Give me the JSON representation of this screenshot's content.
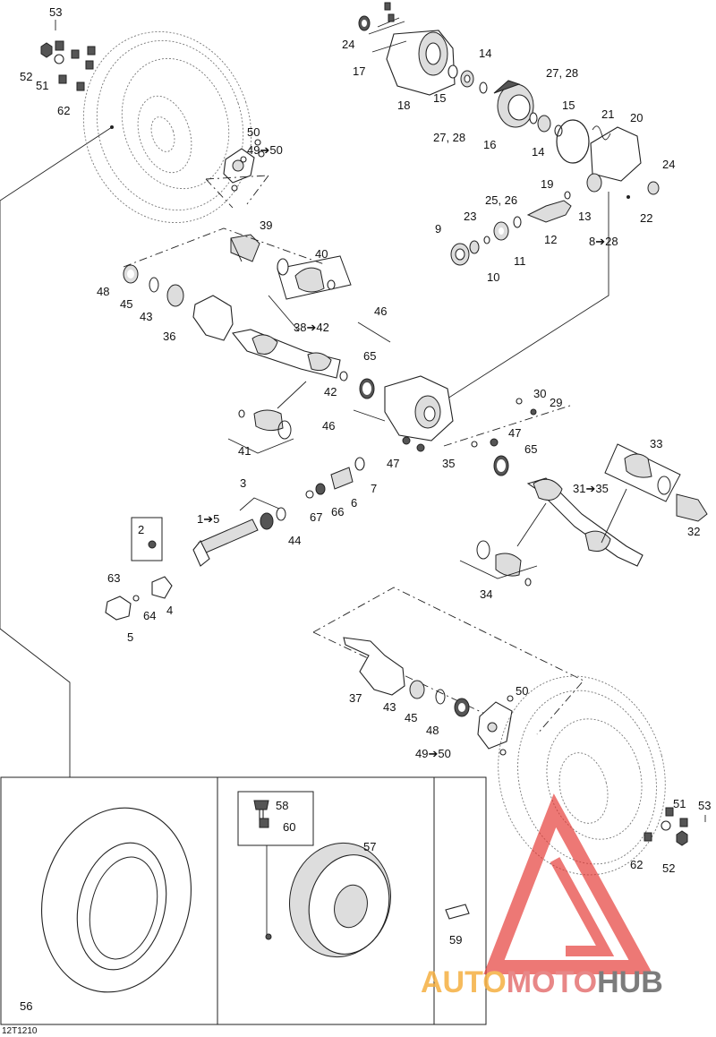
{
  "diagram_code": "12T1210",
  "callouts": {
    "c53a": "53",
    "c52a": "52",
    "c51a": "51",
    "c62a": "62",
    "c50a": "50",
    "c49a": "49➔50",
    "c24a": "24",
    "c17": "17",
    "c18": "18",
    "c14a": "14",
    "c15a": "15",
    "c2728a": "27, 28",
    "c16": "16",
    "c2728b": "27, 28",
    "c15b": "15",
    "c14b": "14",
    "c21": "21",
    "c20": "20",
    "c19": "19",
    "c24b": "24",
    "c22": "22",
    "c13": "13",
    "c2526": "25, 26",
    "c23": "23",
    "c9": "9",
    "c10": "10",
    "c11": "11",
    "c12": "12",
    "c828": "8➔28",
    "c39": "39",
    "c40": "40",
    "c48a": "48",
    "c45a": "45",
    "c43a": "43",
    "c36": "36",
    "c46a": "46",
    "c3842": "38➔42",
    "c65a": "65",
    "c42": "42",
    "c46b": "46",
    "c41": "41",
    "c30": "30",
    "c29": "29",
    "c47a": "47",
    "c65b": "65",
    "c47b": "47",
    "c35": "35",
    "c33": "33",
    "c3135": "31➔35",
    "c32": "32",
    "c34": "34",
    "c3": "3",
    "c15": "1➔5",
    "c44": "44",
    "c67": "67",
    "c66": "66",
    "c6": "6",
    "c7": "7",
    "c2": "2",
    "c63": "63",
    "c64": "64",
    "c4": "4",
    "c5": "5",
    "c37": "37",
    "c43b": "43",
    "c45b": "45",
    "c48b": "48",
    "c50b": "50",
    "c49b": "49➔50",
    "c53b": "53",
    "c51b": "51",
    "c62b": "62",
    "c52b": "52",
    "c58": "58",
    "c60": "60",
    "c57": "57",
    "c56": "56",
    "c59": "59"
  },
  "watermark": {
    "part1": "AUTO",
    "part2": "MOTO",
    "part3": "HUB",
    "color1": "#f5b041",
    "color2": "#e57373",
    "color3": "#666666",
    "logo_color": "#e53935"
  }
}
